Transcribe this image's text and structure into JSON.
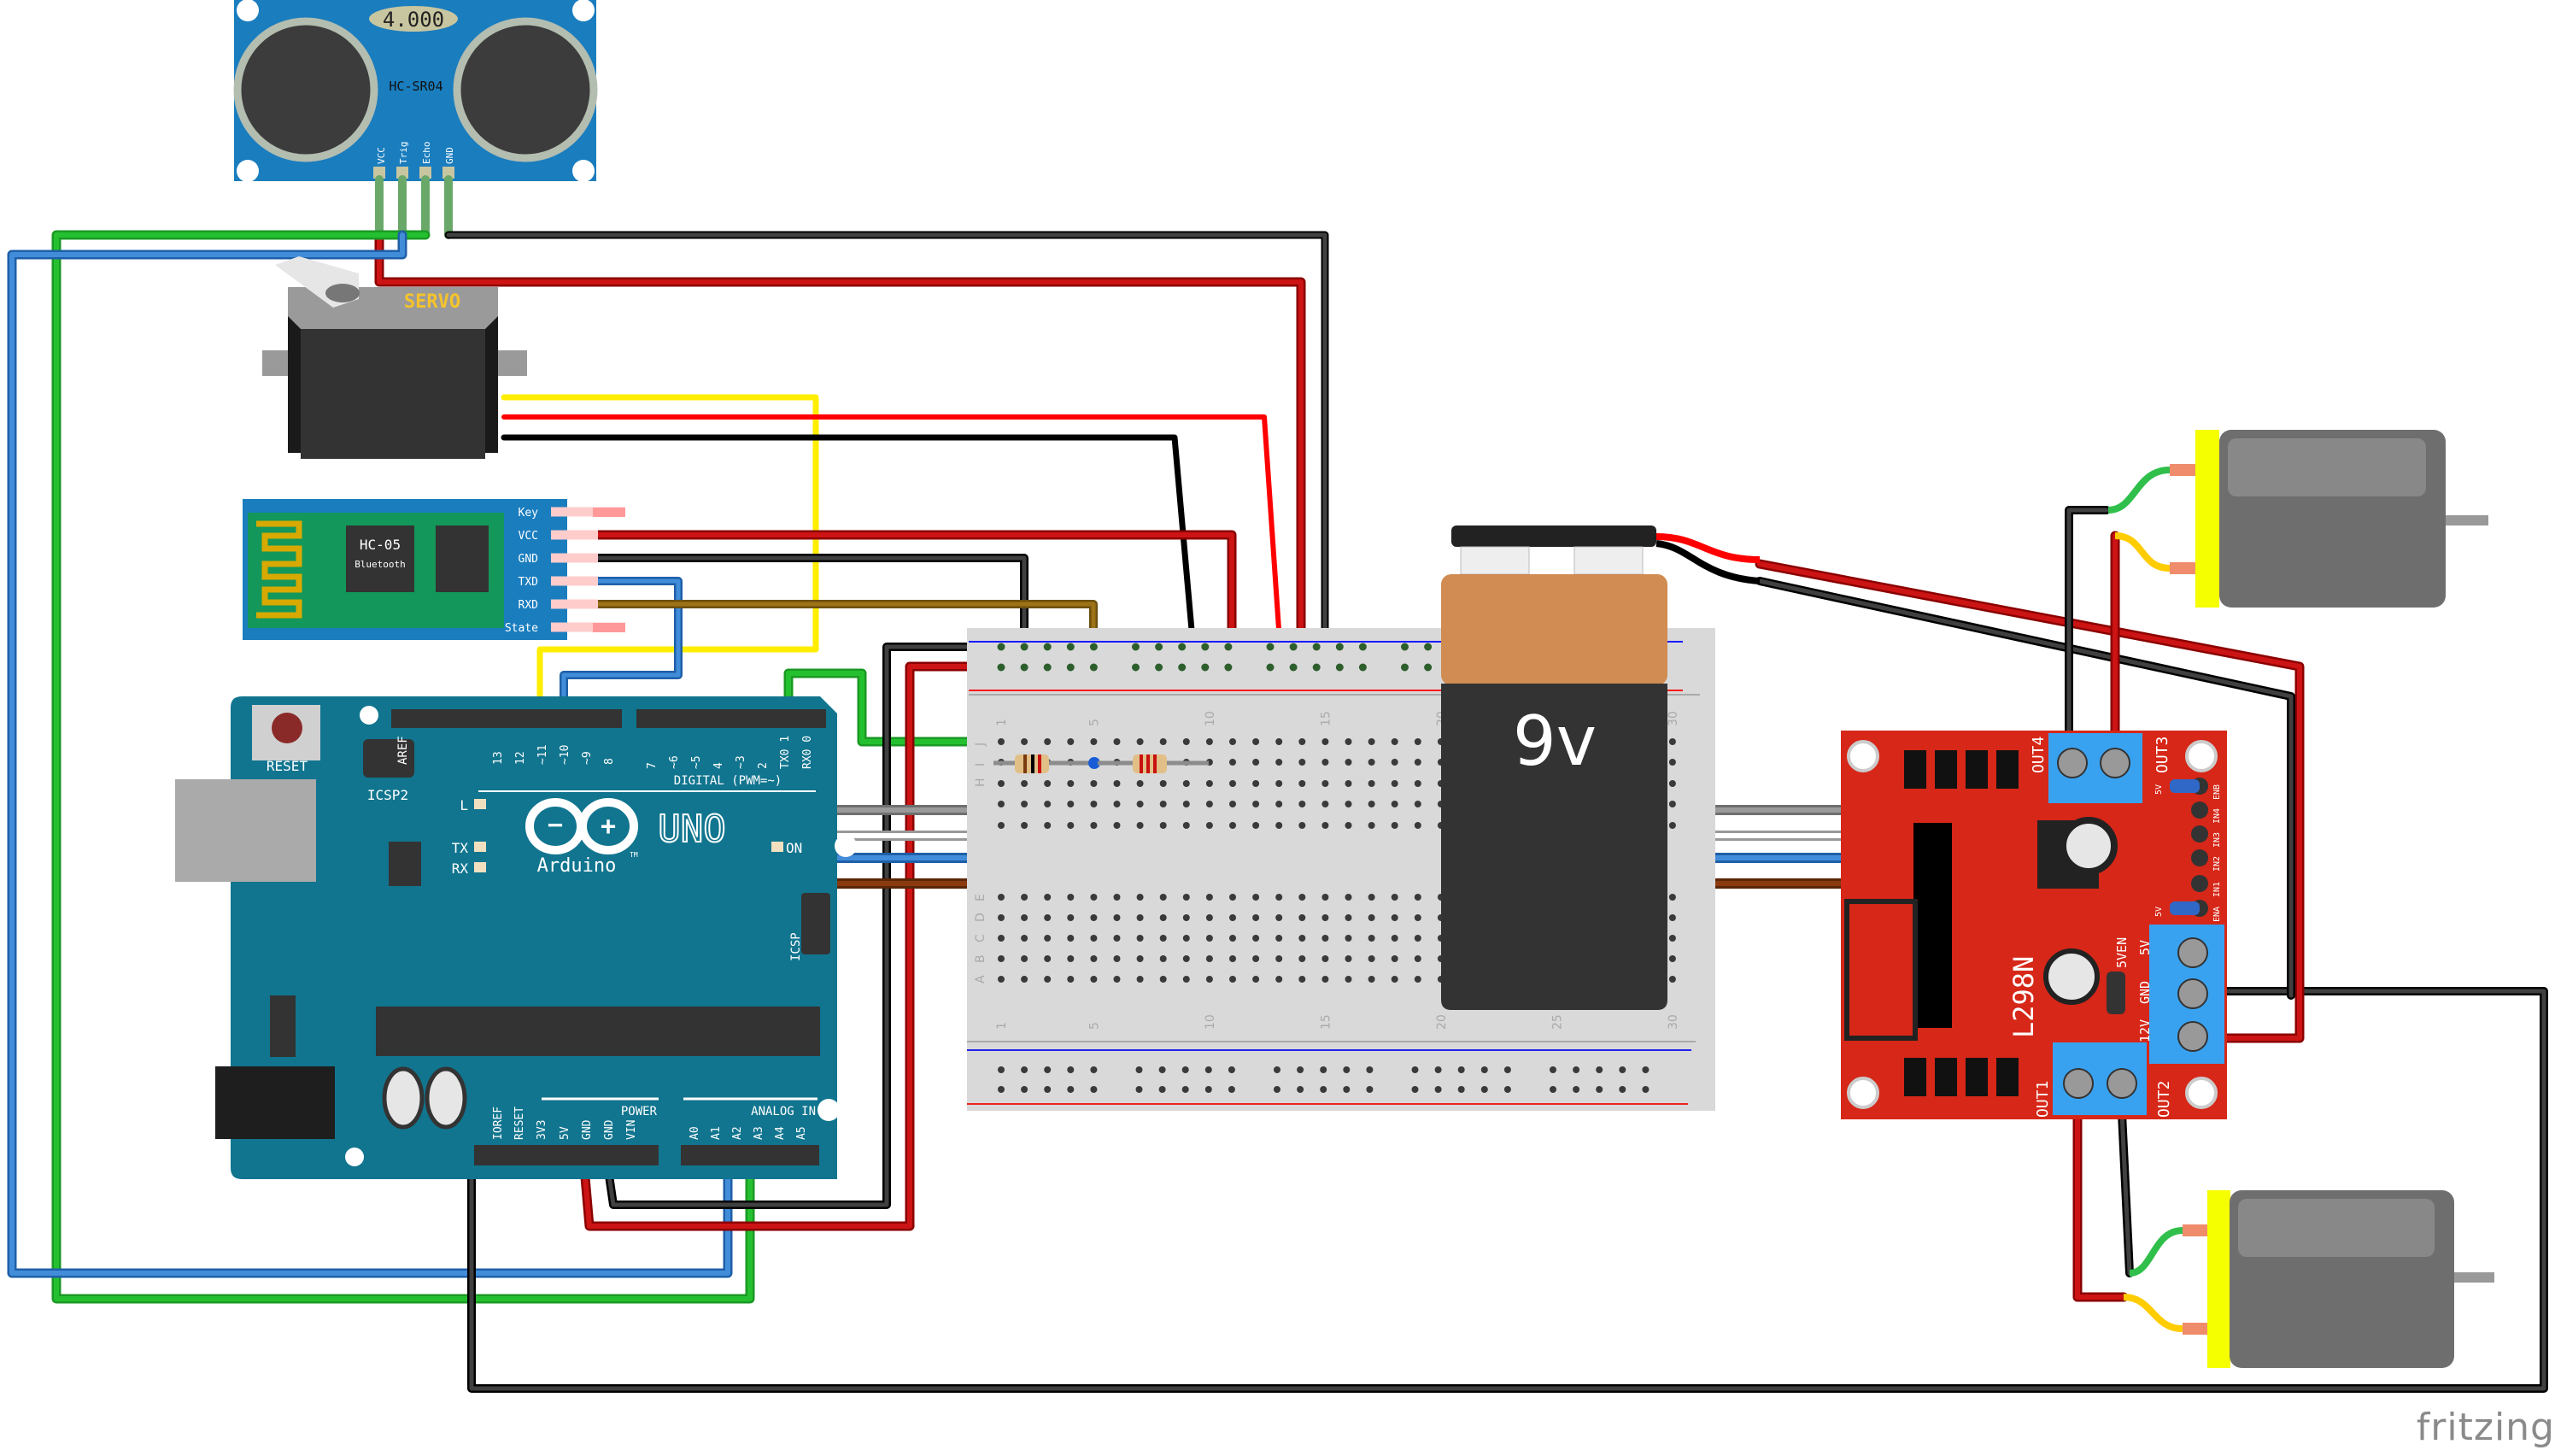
{
  "app": {
    "watermark": "fritzing"
  },
  "components": {
    "ultrasonic": {
      "name": "HC-SR04",
      "display": "4.000",
      "pins": [
        "VCC",
        "Trig",
        "Echo",
        "GND"
      ]
    },
    "servo": {
      "label": "SERVO"
    },
    "bluetooth": {
      "name": "HC-05",
      "subtitle": "Bluetooth",
      "pins": [
        "Key",
        "VCC",
        "GND",
        "TXD",
        "RXD",
        "State"
      ]
    },
    "arduino": {
      "brand": "Arduino",
      "model": "UNO",
      "trademark": "TM",
      "reset": "RESET",
      "icsp2": "ICSP2",
      "icsp": "ICSP",
      "aref": "AREF",
      "digital_label": "DIGITAL (PWM=~)",
      "digital_pins": [
        "13",
        "12",
        "~11",
        "~10",
        "~9",
        "8",
        "7",
        "~6",
        "~5",
        "4",
        "~3",
        "2",
        "TX0 1",
        "RX0 0"
      ],
      "leds": [
        "L",
        "TX",
        "RX",
        "ON"
      ],
      "power_label": "POWER",
      "power_pins": [
        "IOREF",
        "RESET",
        "3V3",
        "5V",
        "GND",
        "GND",
        "VIN"
      ],
      "analog_label": "ANALOG IN",
      "analog_pins": [
        "A0",
        "A1",
        "A2",
        "A3",
        "A4",
        "A5"
      ]
    },
    "breadboard": {
      "col_numbers": [
        "1",
        "5",
        "10",
        "15",
        "20",
        "25",
        "30"
      ],
      "row_letters_top": [
        "J",
        "I",
        "H"
      ],
      "row_letters_bottom": [
        "E",
        "D",
        "C",
        "B",
        "A"
      ]
    },
    "battery": {
      "label": "9v"
    },
    "driver": {
      "name": "L298N",
      "terminals": [
        "OUT1",
        "OUT2",
        "OUT3",
        "OUT4"
      ],
      "power_terminal": [
        "12V",
        "GND",
        "5V"
      ],
      "jumper_label": "5VEN",
      "header_pins": [
        "ENB",
        "IN4",
        "IN3",
        "IN2",
        "IN1",
        "ENA"
      ],
      "enable_jumper_label": "5V"
    },
    "motors": [
      {
        "id": "motor-top"
      },
      {
        "id": "motor-bottom"
      }
    ]
  },
  "colors": {
    "wire_red": "#cc1414",
    "wire_black": "#404040",
    "wire_blue": "#418dd9",
    "wire_green": "#25c030",
    "wire_yellow": "#ffee00",
    "wire_brown": "#8b3a0f",
    "wire_ochre": "#9c7316",
    "wire_white": "#ffffff",
    "wire_grey": "#8c8c8c",
    "arduino_board": "#11758f",
    "sensor_board": "#1a7dbe",
    "driver_board": "#d62718",
    "battery_top": "#d08c52",
    "battery_body": "#333333"
  }
}
